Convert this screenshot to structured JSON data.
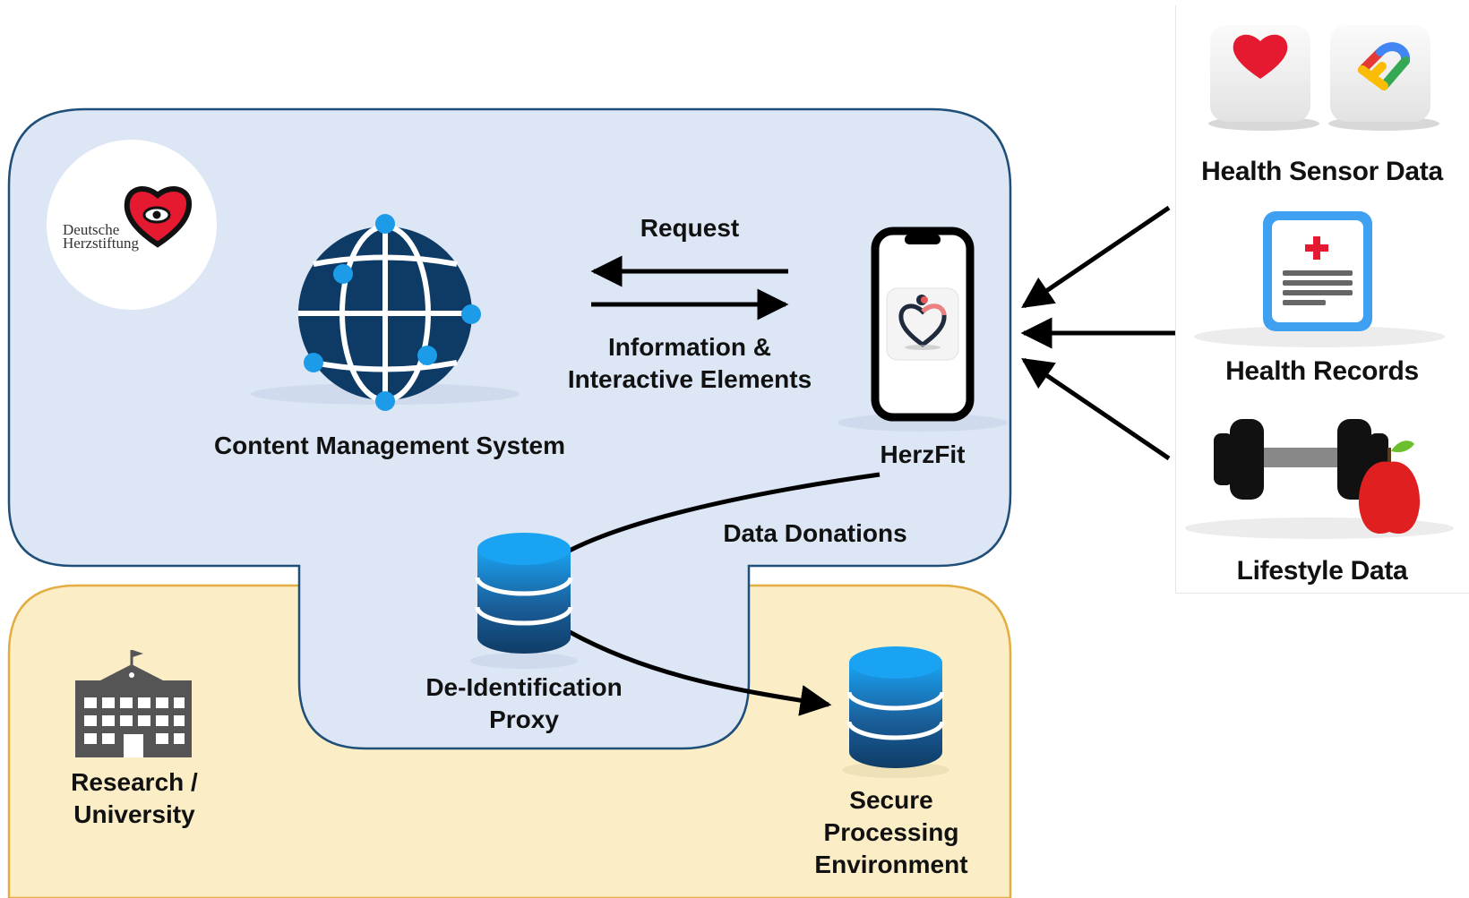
{
  "diagram": {
    "colors": {
      "blue_region": "#dce6f5",
      "blue_region_stroke": "#1f4e79",
      "yellow_region": "#fbeec7",
      "yellow_region_stroke": "#e3ad43",
      "navy": "#0e3a66",
      "node_blue": "#1c9ce8",
      "db_top": "#1aa3f2",
      "db_bottom": "#0f3c66",
      "arrow": "#000000",
      "heart_red": "#e51930",
      "records_blue": "#3f9ff0"
    },
    "logo": {
      "line1": "Deutsche",
      "line2": "Herzstiftung",
      "icon": "heart-eye-logo"
    },
    "cms": {
      "label": "Content Management System",
      "icon": "globe-network-icon"
    },
    "request_label": "Request",
    "info_label": "Information &\nInteractive Elements",
    "app": {
      "label": "HerzFit",
      "icon": "smartphone-icon"
    },
    "data_donations_label": "Data Donations",
    "proxy": {
      "label": "De-Identification\nProxy",
      "icon": "database-icon"
    },
    "research": {
      "label": "Research /\nUniversity",
      "icon": "university-building-icon"
    },
    "spe": {
      "label": "Secure\nProcessing\nEnvironment",
      "icon": "database-icon"
    },
    "sources": [
      {
        "label": "Health Sensor Data",
        "icon": "health-app-icons"
      },
      {
        "label": "Health Records",
        "icon": "medical-record-icon"
      },
      {
        "label": "Lifestyle Data",
        "icon": "dumbbell-apple-icon"
      }
    ]
  }
}
